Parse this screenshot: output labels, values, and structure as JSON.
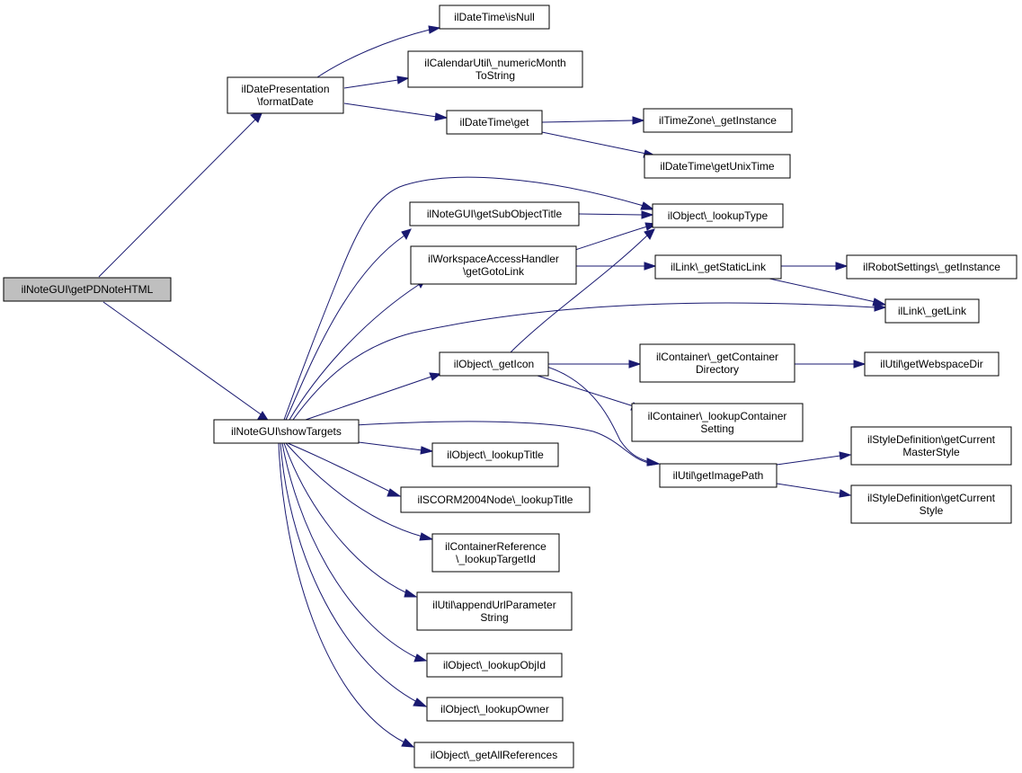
{
  "colors": {
    "edge": "#191970",
    "root_fill": "#bfbfbf",
    "node_fill": "#ffffff",
    "node_border": "#000000"
  },
  "nodes": {
    "getPDNoteHTML": [
      "ilNoteGUI\\getPDNoteHTML"
    ],
    "formatDate": [
      "ilDatePresentation",
      "\\formatDate"
    ],
    "showTargets": [
      "ilNoteGUI\\showTargets"
    ],
    "isNull": [
      "ilDateTime\\isNull"
    ],
    "numericMonthToString": [
      "ilCalendarUtil\\_numericMonth",
      "ToString"
    ],
    "dtGet": [
      "ilDateTime\\get"
    ],
    "tzGetInstance": [
      "ilTimeZone\\_getInstance"
    ],
    "getUnixTime": [
      "ilDateTime\\getUnixTime"
    ],
    "getSubObjectTitle": [
      "ilNoteGUI\\getSubObjectTitle"
    ],
    "lookupType": [
      "ilObject\\_lookupType"
    ],
    "getGotoLink": [
      "ilWorkspaceAccessHandler",
      "\\getGotoLink"
    ],
    "getStaticLink": [
      "ilLink\\_getStaticLink"
    ],
    "robotGetInstance": [
      "ilRobotSettings\\_getInstance"
    ],
    "getLink": [
      "ilLink\\_getLink"
    ],
    "getIcon": [
      "ilObject\\_getIcon"
    ],
    "getContainerDirectory": [
      "ilContainer\\_getContainer",
      "Directory"
    ],
    "getWebspaceDir": [
      "ilUtil\\getWebspaceDir"
    ],
    "lookupContainerSetting": [
      "ilContainer\\_lookupContainer",
      "Setting"
    ],
    "getCurrentMasterStyle": [
      "ilStyleDefinition\\getCurrent",
      "MasterStyle"
    ],
    "lookupTitle": [
      "ilObject\\_lookupTitle"
    ],
    "getImagePath": [
      "ilUtil\\getImagePath"
    ],
    "scormLookupTitle": [
      "ilSCORM2004Node\\_lookupTitle"
    ],
    "getCurrentStyle": [
      "ilStyleDefinition\\getCurrent",
      "Style"
    ],
    "lookupTargetId": [
      "ilContainerReference",
      "\\_lookupTargetId"
    ],
    "appendUrlParameterString": [
      "ilUtil\\appendUrlParameter",
      "String"
    ],
    "lookupObjId": [
      "ilObject\\_lookupObjId"
    ],
    "lookupOwner": [
      "ilObject\\_lookupOwner"
    ],
    "getAllReferences": [
      "ilObject\\_getAllReferences"
    ]
  }
}
